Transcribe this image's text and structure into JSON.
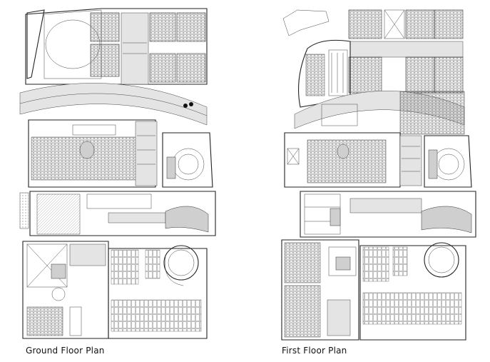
{
  "figure": {
    "plans": [
      {
        "id": "ground",
        "caption": "Ground Floor Plan"
      },
      {
        "id": "first",
        "caption": "First Floor Plan"
      }
    ]
  }
}
